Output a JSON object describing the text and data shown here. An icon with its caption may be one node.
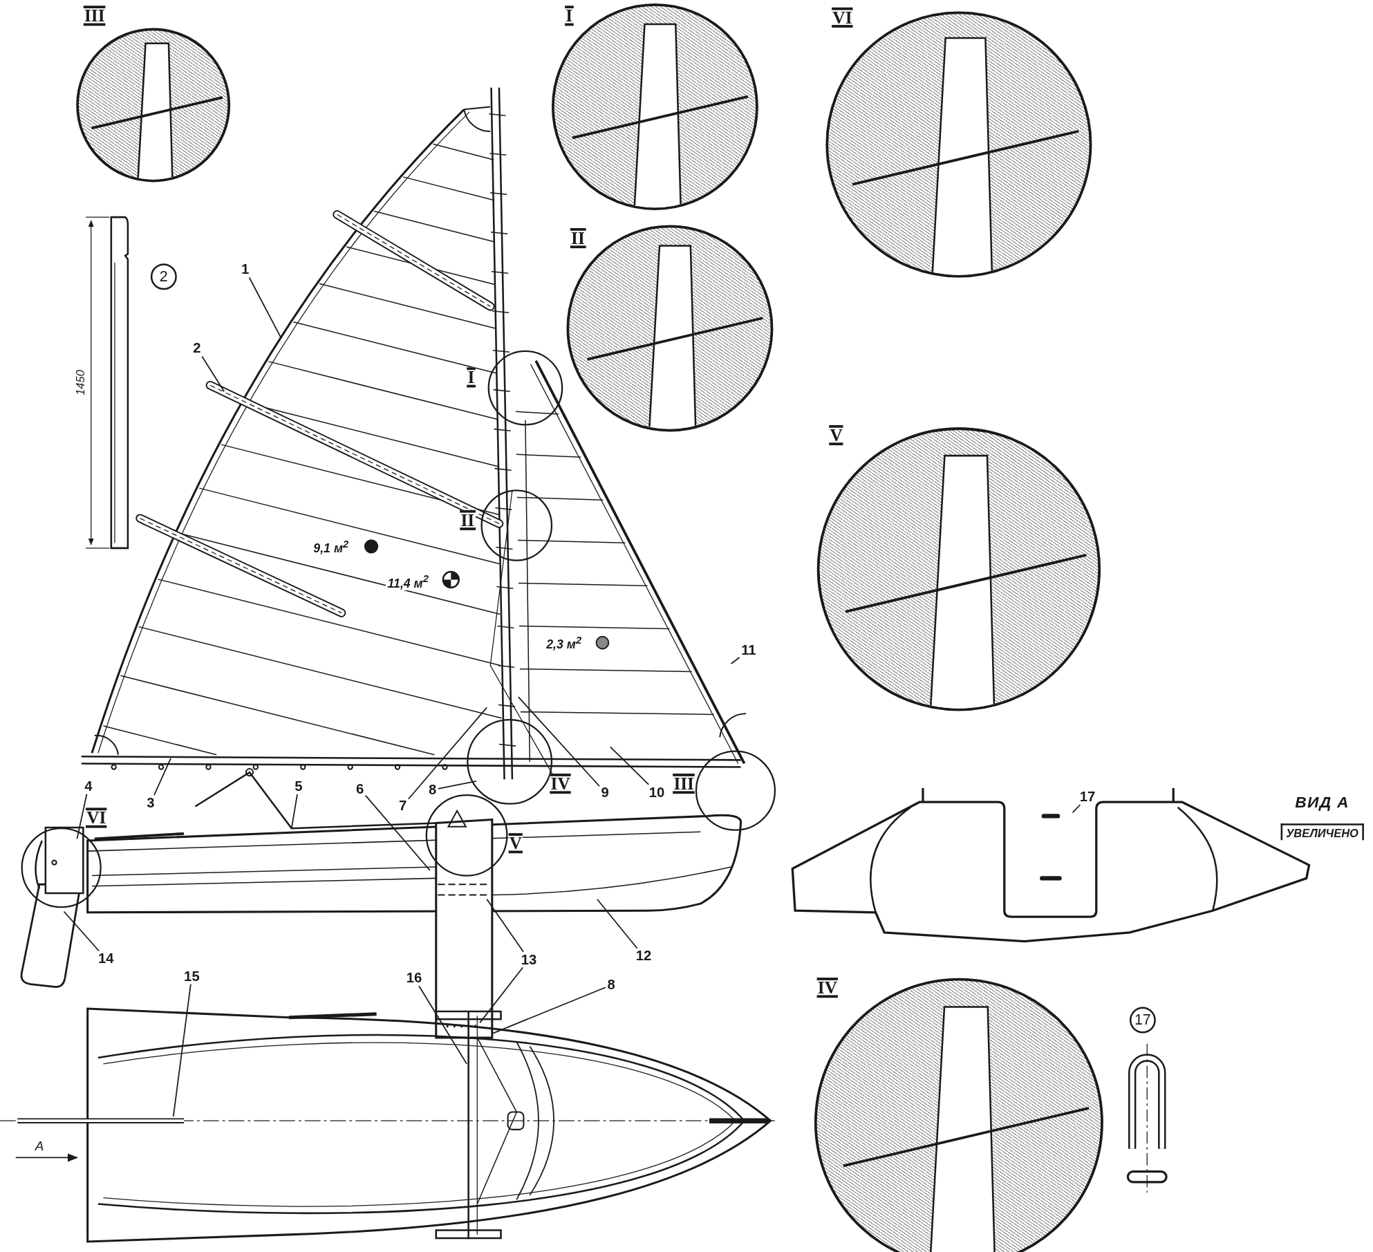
{
  "diagram": {
    "nodes": [
      {
        "text": [
          "III"
        ]
      },
      {
        "text": [
          "I"
        ]
      },
      {
        "text": [
          "VI"
        ]
      },
      {
        "text": [
          "II"
        ]
      },
      {
        "text": [
          "V"
        ]
      },
      {
        "text": [
          "IV"
        ]
      },
      {
        "text": [
          "1"
        ]
      },
      {
        "text": [
          "2"
        ]
      },
      {
        "text": [
          "3"
        ]
      },
      {
        "text": [
          "4"
        ]
      },
      {
        "text": [
          "5"
        ]
      },
      {
        "text": [
          "6"
        ]
      },
      {
        "text": [
          "7"
        ]
      },
      {
        "text": [
          "8"
        ]
      },
      {
        "text": [
          "9"
        ]
      },
      {
        "text": [
          "10"
        ]
      },
      {
        "text": [
          "11"
        ]
      },
      {
        "text": [
          "12"
        ]
      },
      {
        "text": [
          "13"
        ]
      },
      {
        "text": [
          "14"
        ]
      },
      {
        "text": [
          "15"
        ]
      },
      {
        "text": [
          "16"
        ]
      },
      {
        "text": [
          "8"
        ]
      },
      {
        "text": [
          "17"
        ]
      }
    ],
    "edges": [
      {
        "from": 6,
        "to": null,
        "arrow": "none"
      },
      {
        "from": 7,
        "to": null,
        "arrow": "none"
      },
      {
        "from": 8,
        "to": null,
        "arrow": "none"
      },
      {
        "from": 9,
        "to": null,
        "arrow": "none"
      },
      {
        "from": 10,
        "to": null,
        "arrow": "none"
      },
      {
        "from": 11,
        "to": null,
        "arrow": "none"
      },
      {
        "from": 12,
        "to": null,
        "arrow": "none"
      },
      {
        "from": 13,
        "to": null,
        "arrow": "none"
      },
      {
        "from": 14,
        "to": null,
        "arrow": "none"
      },
      {
        "from": 15,
        "to": null,
        "arrow": "none"
      },
      {
        "from": 16,
        "to": null,
        "arrow": "none"
      },
      {
        "from": 17,
        "to": null,
        "arrow": "none"
      },
      {
        "from": 18,
        "to": null,
        "arrow": "none"
      },
      {
        "from": 18,
        "to": null,
        "arrow": "none"
      },
      {
        "from": 19,
        "to": null,
        "arrow": "none"
      },
      {
        "from": 20,
        "to": null,
        "arrow": "none"
      },
      {
        "from": 21,
        "to": null,
        "arrow": "none"
      },
      {
        "from": 22,
        "to": null,
        "arrow": "none"
      },
      {
        "from": 23,
        "to": null,
        "arrow": "none"
      }
    ],
    "labels": [
      "2",
      "1450",
      "I",
      "II",
      "9,1 м$^{2}$",
      "11,4 м$^{2}$",
      "2,3 м$^{2}$",
      "IV",
      "III",
      "VI",
      "V",
      "ВИД А",
      "УВЕЛИЧЕНО",
      "17",
      "A"
    ]
  }
}
